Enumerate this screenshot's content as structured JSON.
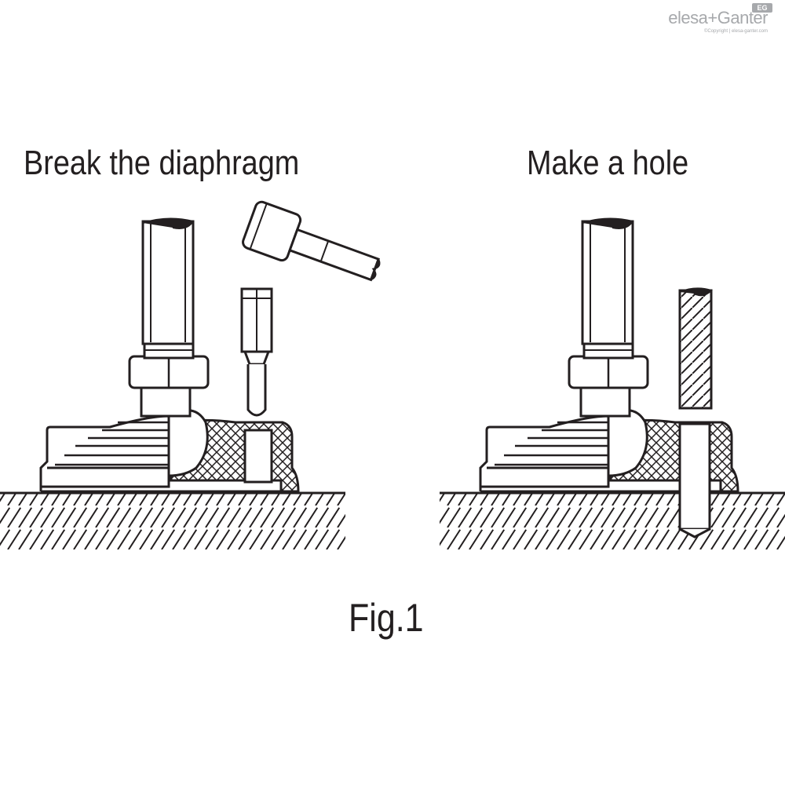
{
  "logo": {
    "brand": "elesa+Ganter",
    "badge": "EG",
    "copyright": "©Copyright | elesa-ganter.com"
  },
  "panels": [
    {
      "caption": "Break the diaphragm"
    },
    {
      "caption": "Make a hole"
    }
  ],
  "figure_label": "Fig.1",
  "colors": {
    "ink": "#231f20",
    "logo_grey": "#a7a9ac",
    "background": "#ffffff"
  }
}
